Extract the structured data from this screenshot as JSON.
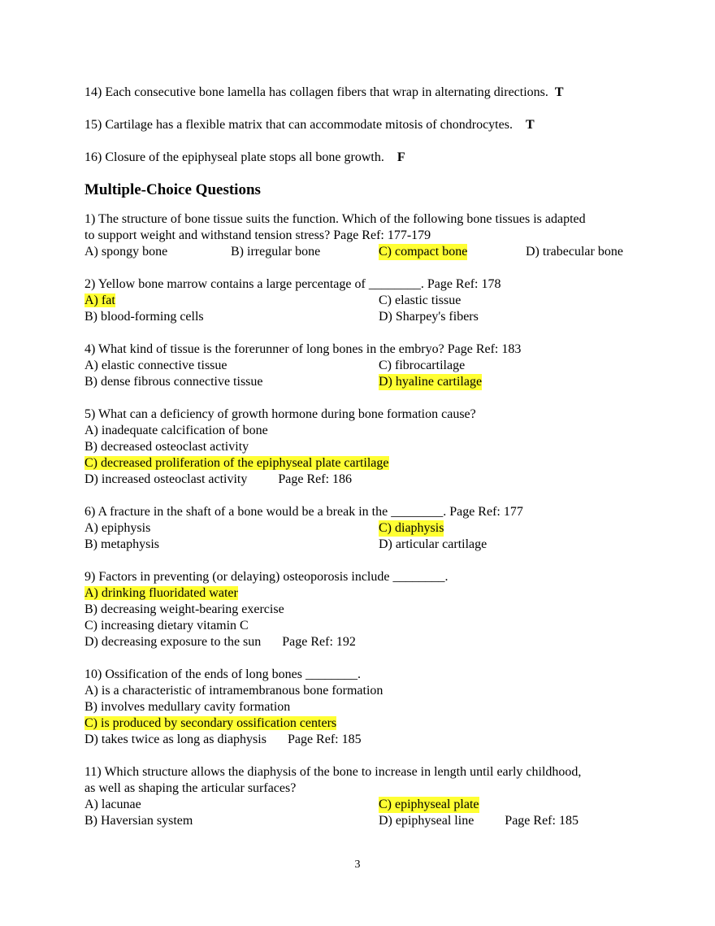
{
  "tf": [
    {
      "text": "14) Each consecutive bone lamella has collagen fibers that wrap in alternating directions.",
      "answer": "T"
    },
    {
      "text": "15) Cartilage has a flexible matrix that can accommodate mitosis of chondrocytes.",
      "answer": "T"
    },
    {
      "text": "16) Closure of the epiphyseal plate stops all bone growth.",
      "answer": "F"
    }
  ],
  "heading": "Multiple-Choice Questions",
  "q1": {
    "stem1": "1) The structure of bone tissue suits the function. Which of the following bone tissues is adapted",
    "stem2": "to support weight and withstand tension stress? Page Ref: 177-179",
    "a": "A) spongy bone",
    "b": "B) irregular bone",
    "c": "C) compact bone",
    "d": "D) trabecular bone"
  },
  "q2": {
    "stem": "2) Yellow bone marrow contains a large percentage of ________. Page Ref: 178",
    "a": "A) fat",
    "c": "C) elastic tissue",
    "b": "B) blood-forming cells",
    "d": "D) Sharpey's fibers"
  },
  "q4": {
    "stem": "4) What kind of tissue is the forerunner of long bones in the embryo? Page Ref: 183",
    "a": "A) elastic connective tissue",
    "c": "C) fibrocartilage",
    "b": "B) dense fibrous connective tissue",
    "d": "D) hyaline cartilage"
  },
  "q5": {
    "stem": "5) What can a deficiency of growth hormone during bone formation cause?",
    "a": "A) inadequate calcification of bone",
    "b": "B) decreased osteoclast activity",
    "c": "C) decreased proliferation of the epiphyseal plate cartilage",
    "d": "D) increased osteoclast activity",
    "ref": "Page Ref: 186"
  },
  "q6": {
    "stem": "6) A fracture in the shaft of a bone would be a break in the ________. Page Ref: 177",
    "a": "A) epiphysis",
    "c": "C) diaphysis",
    "b": "B) metaphysis",
    "d": "D) articular cartilage"
  },
  "q9": {
    "stem": "9) Factors in preventing (or delaying) osteoporosis include ________.",
    "a": "A) drinking fluoridated water",
    "b": "B) decreasing weight-bearing exercise",
    "c": "C) increasing dietary vitamin C",
    "d": "D) decreasing exposure to the sun",
    "ref": "Page Ref: 192"
  },
  "q10": {
    "stem": "10) Ossification of the ends of long bones ________.",
    "a": "A) is a characteristic of intramembranous bone formation",
    "b": "B) involves medullary cavity formation",
    "c": "C) is produced by secondary ossification centers",
    "d": "D) takes twice as long as diaphysis",
    "ref": "Page Ref: 185"
  },
  "q11": {
    "stem1": "11) Which structure allows the diaphysis of the bone to increase in length until early childhood,",
    "stem2": "as well as shaping the articular surfaces?",
    "a": "A) lacunae",
    "c": "C) epiphyseal plate",
    "b": "B) Haversian system",
    "d": "D) epiphyseal line",
    "ref": "Page Ref: 185"
  },
  "page_number": "3"
}
